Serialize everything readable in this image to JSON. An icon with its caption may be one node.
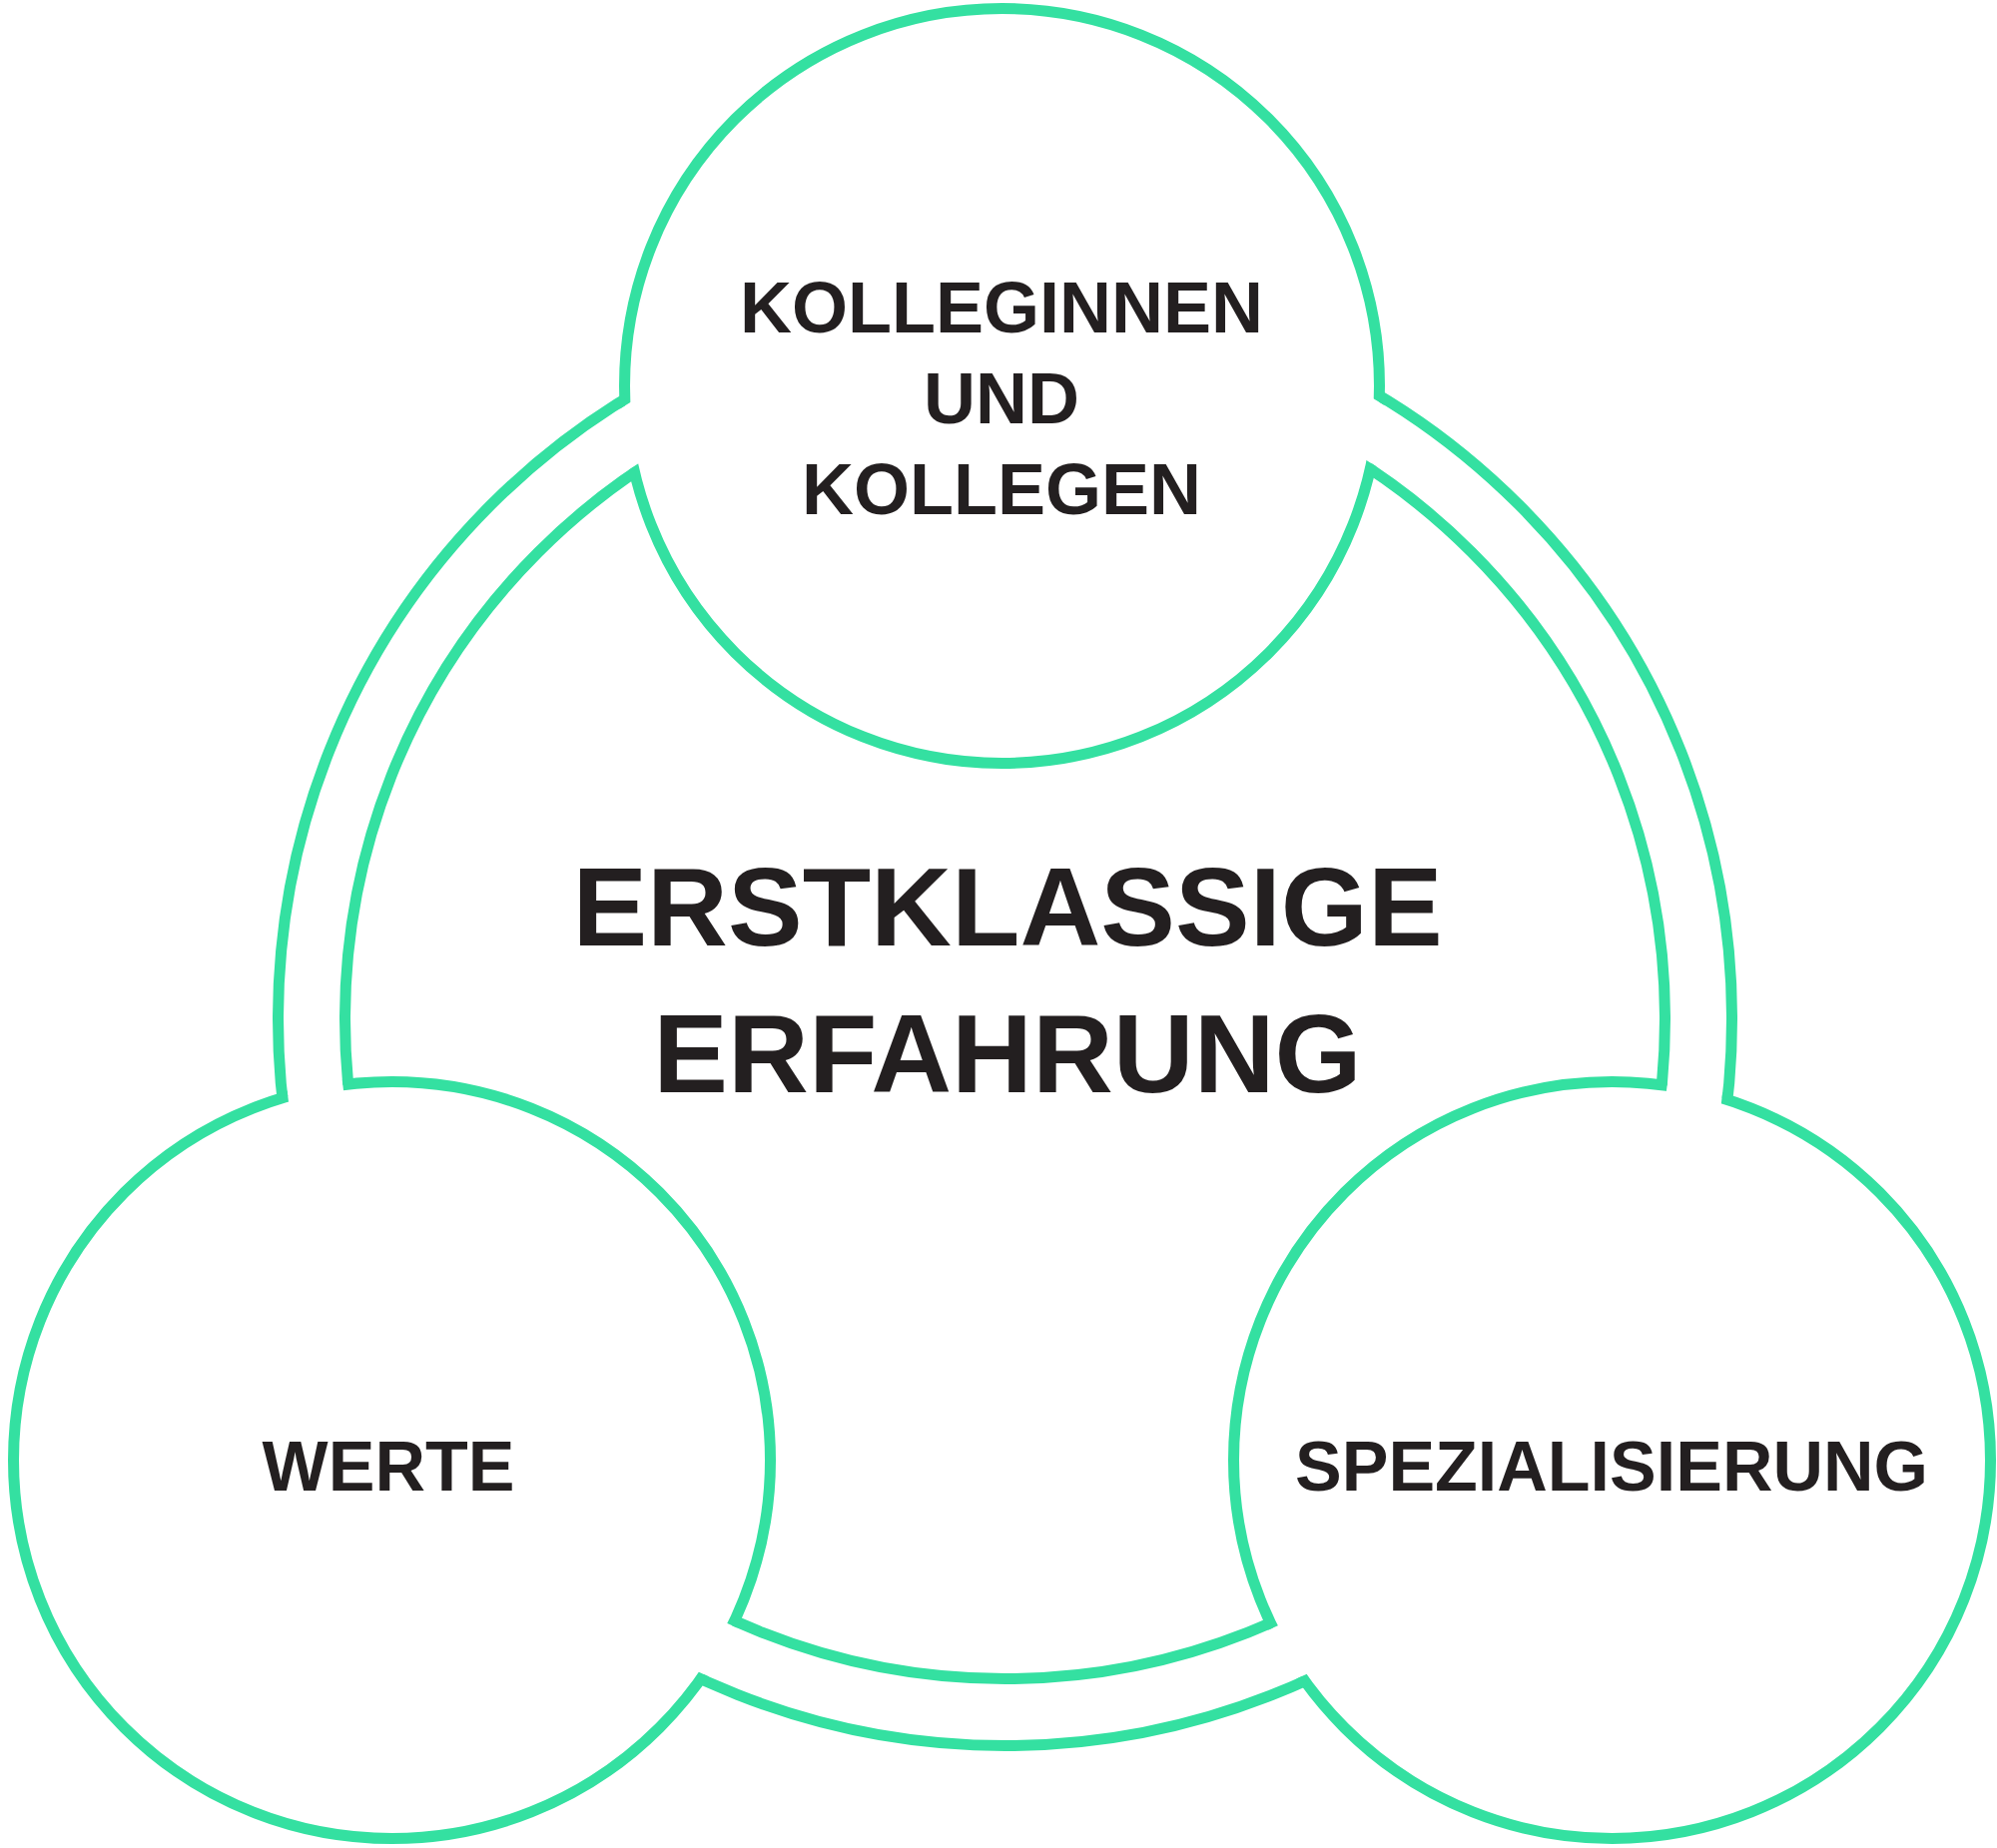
{
  "diagram": {
    "nodes": [
      {
        "text": [
          "KOLLEGINNEN UND KOLLEGEN"
        ]
      },
      {
        "text": [
          "ERSTKLASSIGE ERFAHRUNG"
        ]
      },
      {
        "text": [
          "WERTE"
        ]
      },
      {
        "text": [
          "SPEZIALISIERUNG"
        ]
      }
    ]
  }
}
